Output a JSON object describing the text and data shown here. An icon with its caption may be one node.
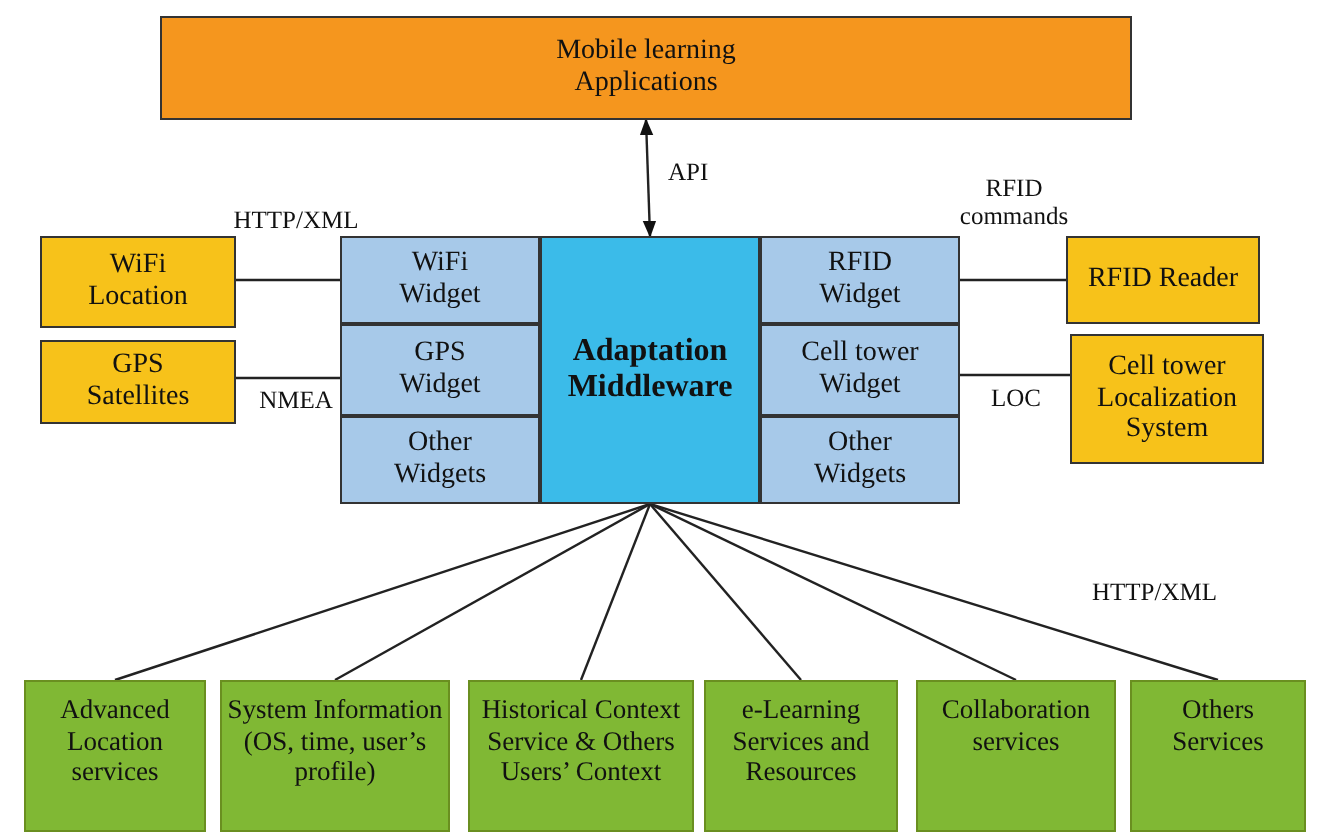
{
  "diagram": {
    "nodes": [
      {
        "text": [
          "Mobile learning Applications"
        ]
      },
      {
        "text": [
          "WiFi Location"
        ]
      },
      {
        "text": [
          "GPS Satellites"
        ]
      },
      {
        "text": [
          "WiFi Widget"
        ]
      },
      {
        "text": [
          "GPS Widget"
        ]
      },
      {
        "text": [
          "Other Widgets"
        ]
      },
      {
        "text": [
          "Adaptation Middleware"
        ]
      },
      {
        "text": [
          "RFID Widget"
        ]
      },
      {
        "text": [
          "Cell tower Widget"
        ]
      },
      {
        "text": [
          "Other Widgets"
        ]
      },
      {
        "text": [
          "RFID Reader"
        ]
      },
      {
        "text": [
          "Cell tower Localization System"
        ]
      },
      {
        "text": [
          "Advanced Location services"
        ]
      },
      {
        "text": [
          "System Information (OS, time, user’s profile)"
        ]
      },
      {
        "text": [
          "Historical Context Service & Others Users’ Context"
        ]
      },
      {
        "text": [
          "e-Learning Services and Resources"
        ]
      },
      {
        "text": [
          "Collaboration services"
        ]
      },
      {
        "text": [
          "Others Services"
        ]
      }
    ],
    "edges": [
      {
        "from": 0,
        "to": 6,
        "arrow": "both",
        "label": "API"
      },
      {
        "from": 1,
        "to": 3,
        "arrow": "none",
        "label": "HTTP/XML"
      },
      {
        "from": 2,
        "to": 4,
        "arrow": "none",
        "label": "NMEA"
      },
      {
        "from": 7,
        "to": 10,
        "arrow": "none",
        "label": "RFID commands"
      },
      {
        "from": 8,
        "to": 11,
        "arrow": "none",
        "label": "LOC"
      },
      {
        "from": 6,
        "to": 12,
        "arrow": "none"
      },
      {
        "from": 6,
        "to": 13,
        "arrow": "none"
      },
      {
        "from": 6,
        "to": 14,
        "arrow": "none"
      },
      {
        "from": 6,
        "to": 15,
        "arrow": "none"
      },
      {
        "from": 6,
        "to": 16,
        "arrow": "none"
      },
      {
        "from": 6,
        "to": 17,
        "arrow": "none"
      }
    ],
    "labels": [
      "HTTP/XML"
    ]
  }
}
